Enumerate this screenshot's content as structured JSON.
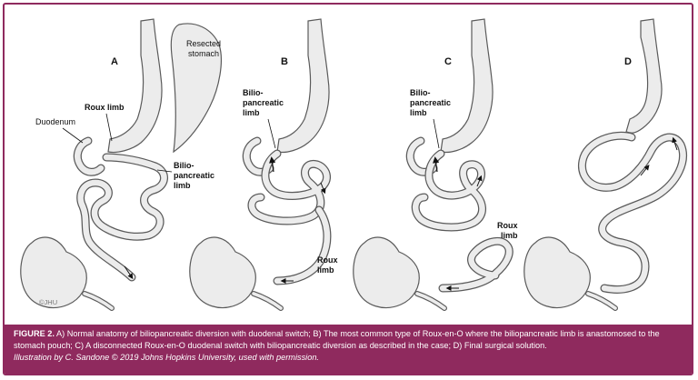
{
  "figure": {
    "panels": [
      {
        "letter": "A"
      },
      {
        "letter": "B"
      },
      {
        "letter": "C"
      },
      {
        "letter": "D"
      }
    ],
    "labels": {
      "resected_line1": "Resected",
      "resected_line2": "stomach",
      "roux_limb_inline": "Roux limb",
      "duodenum": "Duodenum",
      "bilio_line1": "Bilio-",
      "bilio_line2": "pancreatic",
      "bilio_line3": "limb",
      "roux_line1": "Roux",
      "roux_line2": "limb",
      "copyright_mark": "©JHU"
    },
    "colors": {
      "organ_fill": "#ececec",
      "outline": "#5a5a5a",
      "arrow": "#111111",
      "accent": "#8f2a5e"
    }
  },
  "caption": {
    "label": "FIGURE 2.",
    "text": " A) Normal anatomy of biliopancreatic diversion with duodenal switch; B) The most common type of Roux-en-O where the biliopancreatic limb is anastomosed to the stomach pouch; C) A disconnected Roux-en-O duodenal switch with biliopancreatic diversion as described in the case; D) Final surgical solution.",
    "credit": "Illustration by C. Sandone © 2019 Johns Hopkins University, used with permission."
  }
}
